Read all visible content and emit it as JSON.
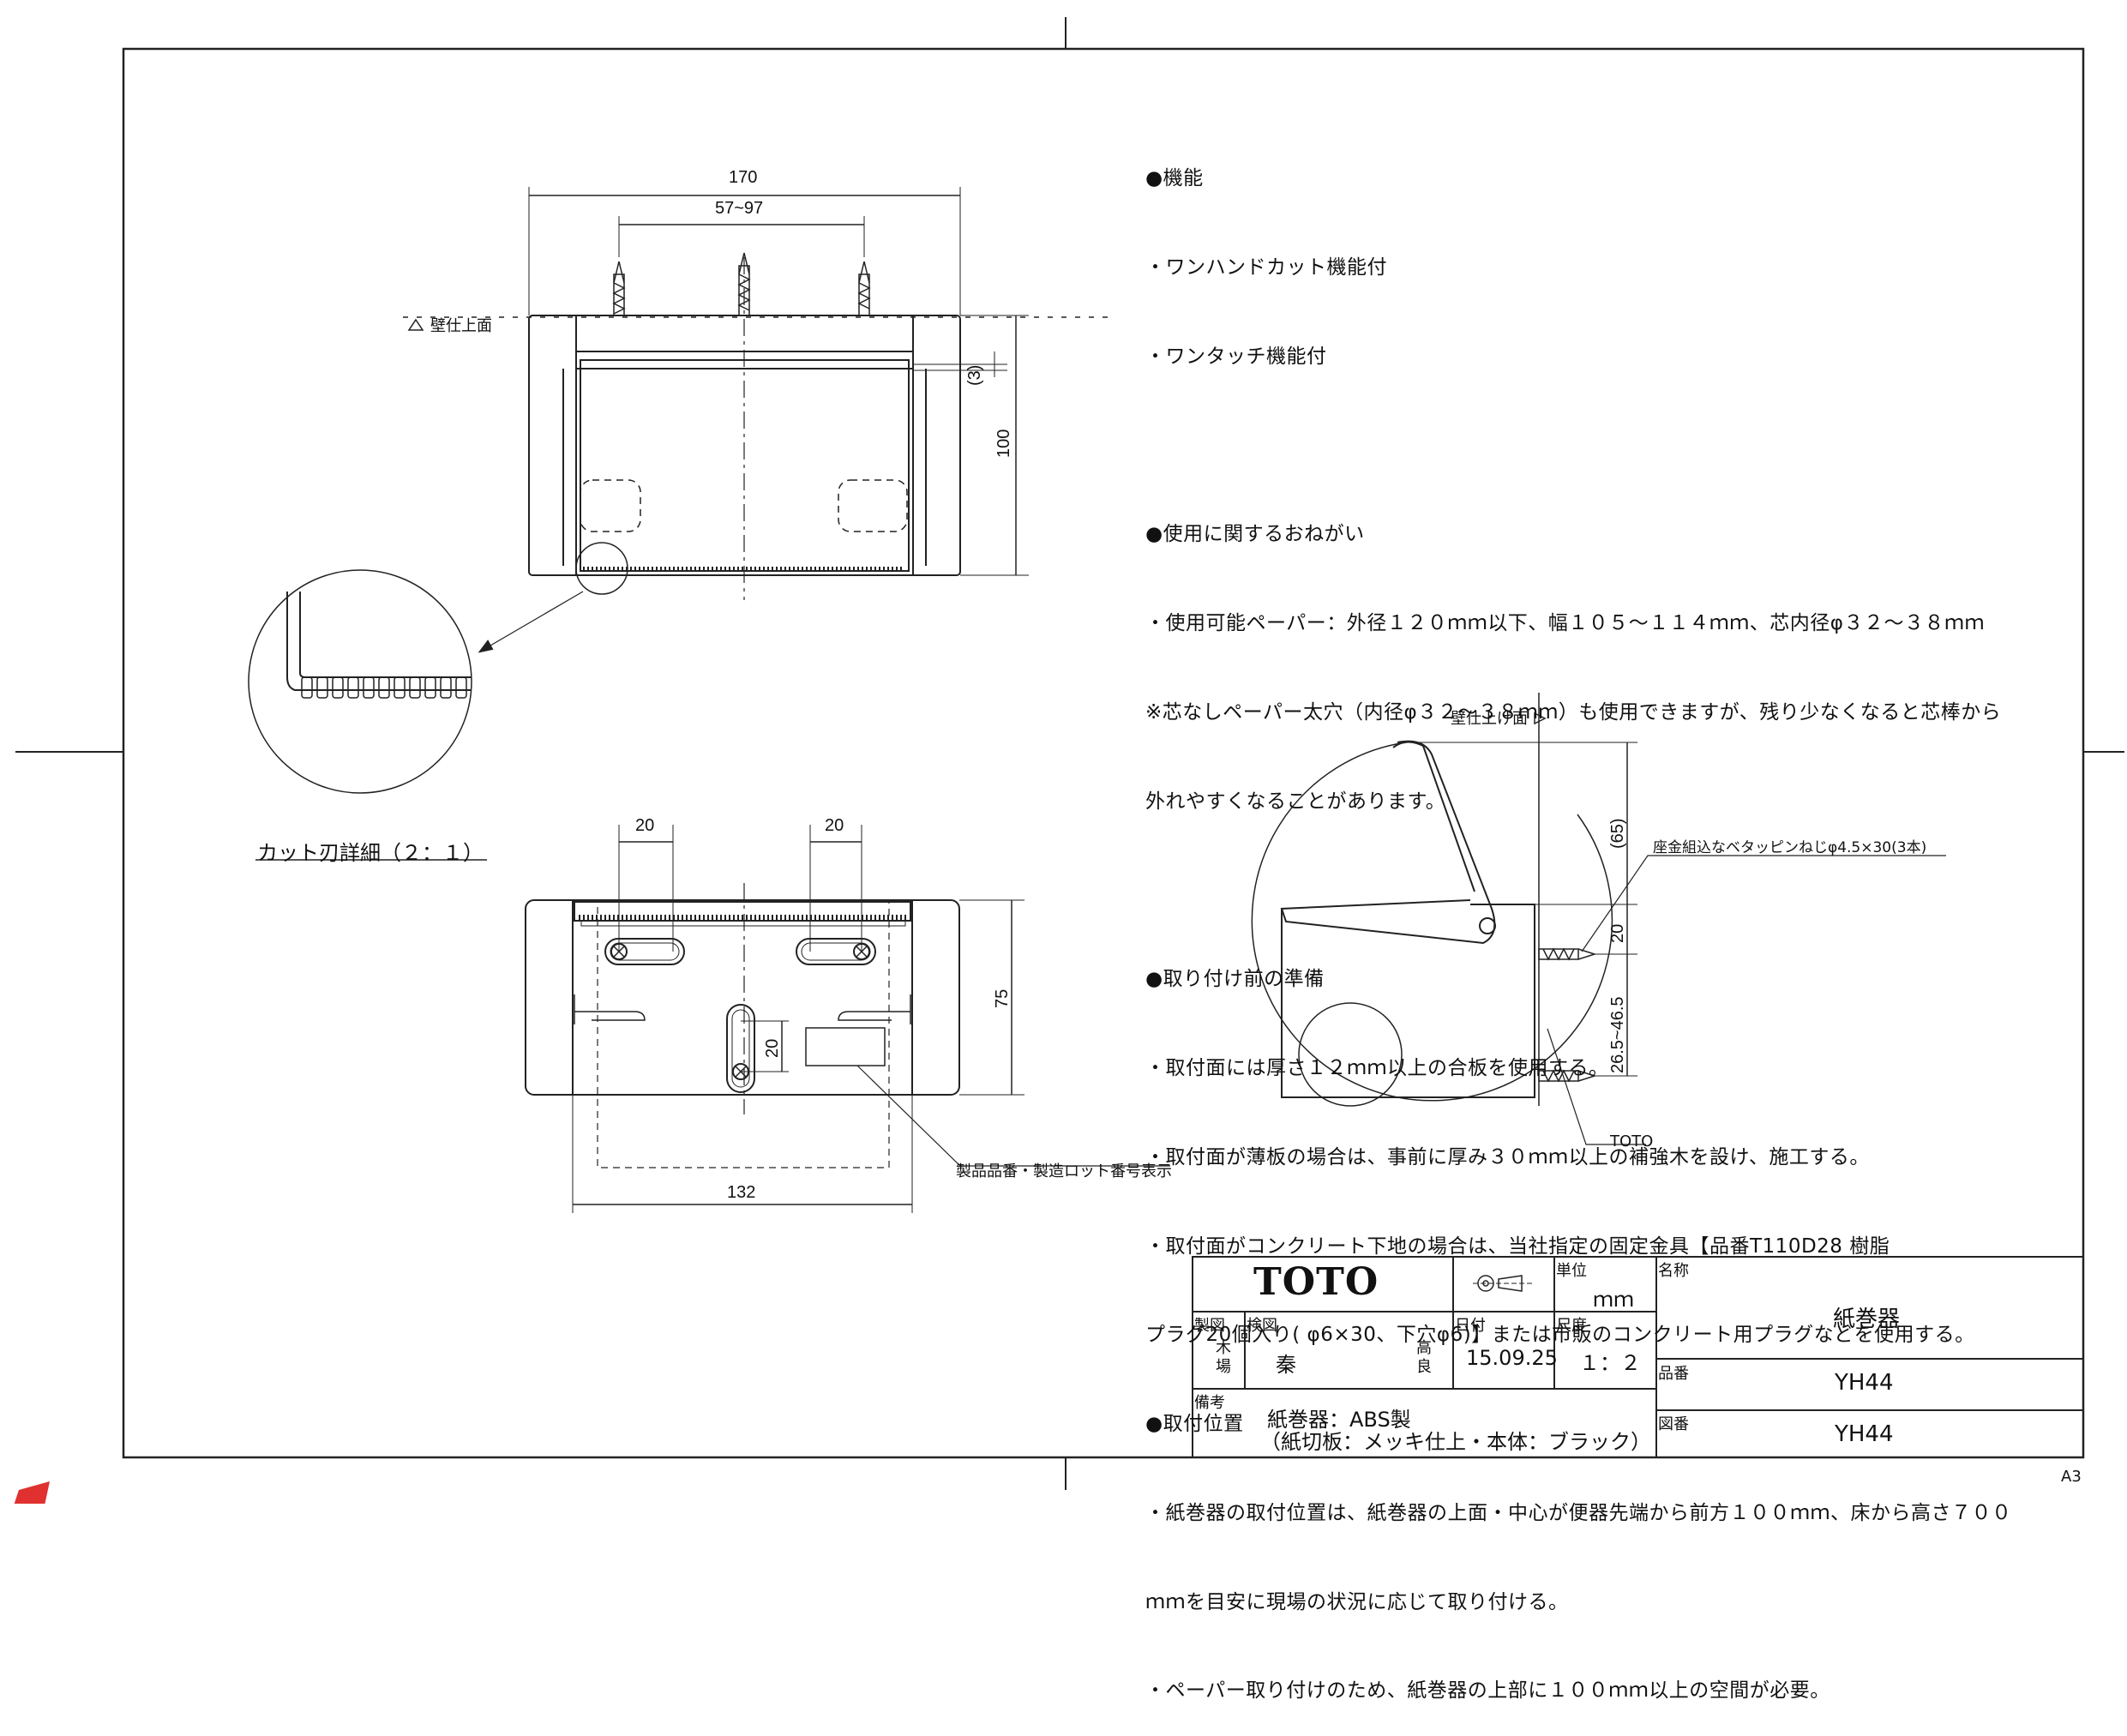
{
  "notes": [
    "●機能",
    "・ワンハンドカット機能付",
    "・ワンタッチ機能付",
    "",
    "●使用に関するおねがい",
    "・使用可能ペーパー：外径１２０ｍｍ以下、幅１０５～１１４ｍｍ、芯内径φ３２～３８ｍｍ",
    "※芯なしペーパー太穴（内径φ３２～３８ｍｍ）も使用できますが、残り少なくなると芯棒から",
    "外れやすくなることがあります。",
    "",
    "●取り付け前の準備",
    "・取付面には厚さ１２ｍｍ以上の合板を使用する。",
    "・取付面が薄板の場合は、事前に厚み３０ｍｍ以上の補強木を設け、施工する。",
    "・取付面がコンクリート下地の場合は、当社指定の固定金具【品番T110D28 樹脂",
    "プラグ20個入り( φ6×30、下穴φ6)】または市販のコンクリート用プラグなどを使用する。",
    "●取付位置",
    "・紙巻器の取付位置は、紙巻器の上面・中心が便器先端から前方１００ｍｍ、床から高さ７００",
    "ｍｍを目安に現場の状況に応じて取り付ける。",
    "・ペーパー取り付けのため、紙巻器の上部に１００ｍｍ以上の空間が必要。"
  ],
  "dimensions": {
    "top_width": "170",
    "top_screw_span": "57~97",
    "top_gap": "(3)",
    "top_height": "100",
    "back_slot_left": "20",
    "back_slot_right": "20",
    "back_height": "75",
    "back_slot_center": "20",
    "back_width": "132",
    "side_upper": "(65)",
    "side_mid": "20",
    "side_lower": "26.5~46.5"
  },
  "labels": {
    "wall_finish_left": "壁仕上面",
    "wall_finish_right": "壁仕上げ面",
    "cut_detail": "カット刃詳細（２：１）",
    "product_lot": "製品品番・製造ロット番号表示",
    "screw_note": "座金組込なベタッピンねじφ4.5×30(3本)",
    "toto_mark": "TOTO"
  },
  "title_block": {
    "logo": "TOTO",
    "unit_label": "単位",
    "unit_value": "ｍｍ",
    "name_label": "名称",
    "name_value": "紙巻器",
    "drawn_label": "製図",
    "drawn_value": "木場",
    "checked_label": "検図",
    "checked_value1": "秦",
    "checked_value2": "高良",
    "date_label": "日付",
    "date_value": "15.09.25",
    "scale_label": "尺度",
    "scale_value": "１：２",
    "part_label": "品番",
    "part_value": "YH44",
    "remarks_label": "備考",
    "remarks_line1": "紙巻器：ABS製",
    "remarks_line2": "（紙切板：メッキ仕上・本体：ブラック）",
    "drawing_no_label": "図番",
    "drawing_no_value": "YH44"
  },
  "sheet_size": "A3"
}
